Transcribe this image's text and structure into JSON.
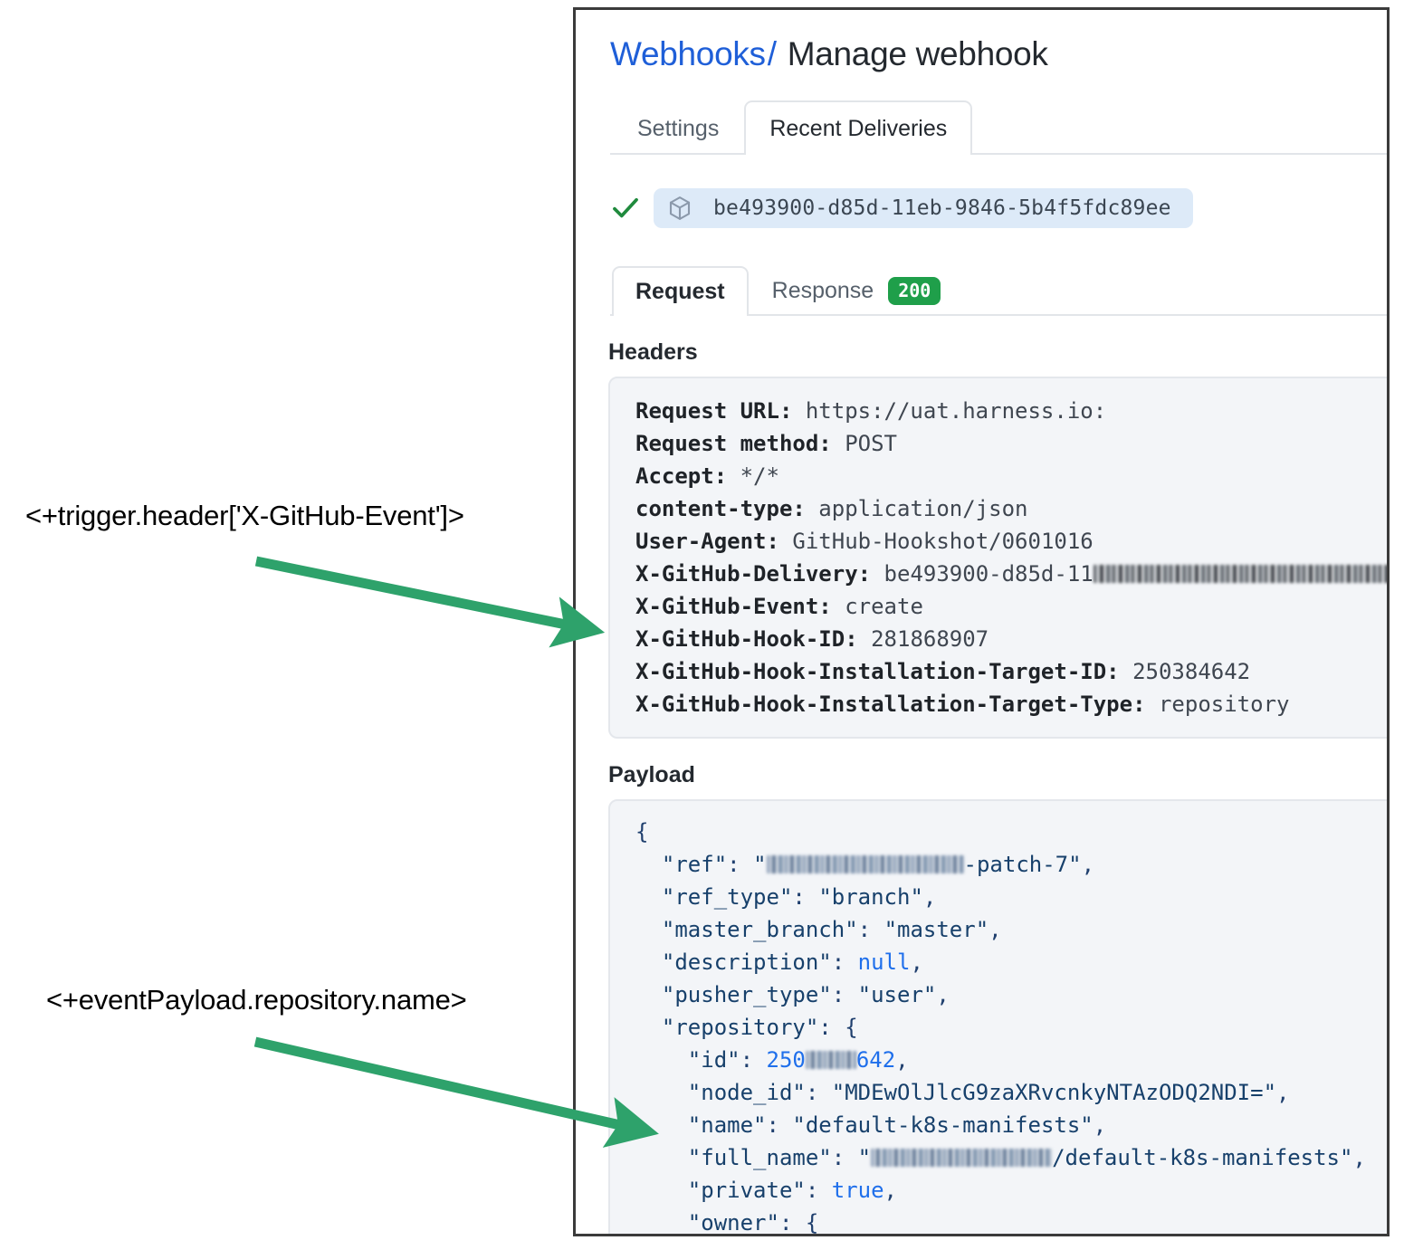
{
  "annotations": [
    {
      "text": "<+trigger.header['X-GitHub-Event']>",
      "arrow_color": "#2ea26b"
    },
    {
      "text": "<+eventPayload.repository.name>",
      "arrow_color": "#2ea26b"
    }
  ],
  "colors": {
    "link": "#1f5fd8",
    "arrow_green": "#2ea26b",
    "badge_green": "#1f9f4a",
    "chip_blue": "#ddeaf8",
    "code_bg": "#f3f5f8",
    "panel_border": "#3b3b3b"
  },
  "breadcrumb": {
    "parent": "Webhooks",
    "separator": "/",
    "current": "Manage webhook"
  },
  "tabs": [
    {
      "label": "Settings",
      "selected": false
    },
    {
      "label": "Recent Deliveries",
      "selected": true
    }
  ],
  "delivery": {
    "status_icon": "check-icon",
    "package_icon": "package-icon",
    "id": "be493900-d85d-11eb-9846-5b4f5fdc89ee"
  },
  "subtabs": [
    {
      "label": "Request",
      "selected": true,
      "badge": null
    },
    {
      "label": "Response",
      "selected": false,
      "badge": "200"
    }
  ],
  "headers_section": {
    "title": "Headers",
    "rows": [
      {
        "key": "Request URL:",
        "value": " https://uat.harness.io:"
      },
      {
        "key": "Request method:",
        "value": " POST"
      },
      {
        "key": "Accept:",
        "value": " */*"
      },
      {
        "key": "content-type:",
        "value": " application/json"
      },
      {
        "key": "User-Agent:",
        "value": " GitHub-Hookshot/0601016"
      },
      {
        "key": "X-GitHub-Delivery:",
        "value": " be493900-d85d-11",
        "redacted_tail": true
      },
      {
        "key": "X-GitHub-Event:",
        "value": " create"
      },
      {
        "key": "X-GitHub-Hook-ID:",
        "value": " 281868907"
      },
      {
        "key": "X-GitHub-Hook-Installation-Target-ID:",
        "value": " 250384642"
      },
      {
        "key": "X-GitHub-Hook-Installation-Target-Type:",
        "value": " repository"
      }
    ]
  },
  "payload_section": {
    "title": "Payload",
    "lines": [
      {
        "indent": 0,
        "text": "{"
      },
      {
        "indent": 1,
        "key": "\"ref\"",
        "value": "-patch-7\"",
        "redacted_before_value": true,
        "trailing": ",",
        "prefix_quote": "\""
      },
      {
        "indent": 1,
        "key": "\"ref_type\"",
        "value": "\"branch\"",
        "trailing": ","
      },
      {
        "indent": 1,
        "key": "\"master_branch\"",
        "value": "\"master\"",
        "trailing": ","
      },
      {
        "indent": 1,
        "key": "\"description\"",
        "value": "null",
        "literal": true,
        "trailing": ","
      },
      {
        "indent": 1,
        "key": "\"pusher_type\"",
        "value": "\"user\"",
        "trailing": ","
      },
      {
        "indent": 1,
        "key": "\"repository\"",
        "value": "{",
        "trailing": ""
      },
      {
        "indent": 2,
        "key": "\"id\"",
        "value": "250384642",
        "literal": true,
        "trailing": ",",
        "redacted_middle": true
      },
      {
        "indent": 2,
        "key": "\"node_id\"",
        "value": "\"MDEwOlJlcG9zaXRvcnkyNTAzODQ2NDI=\"",
        "trailing": ","
      },
      {
        "indent": 2,
        "key": "\"name\"",
        "value": "\"default-k8s-manifests\"",
        "trailing": ","
      },
      {
        "indent": 2,
        "key": "\"full_name\"",
        "value": "/default-k8s-manifests\"",
        "redacted_before_value": true,
        "trailing": ",",
        "prefix_quote": "\""
      },
      {
        "indent": 2,
        "key": "\"private\"",
        "value": "true",
        "literal": true,
        "trailing": ","
      },
      {
        "indent": 2,
        "key": "\"owner\"",
        "value": "{",
        "trailing": ""
      }
    ]
  }
}
